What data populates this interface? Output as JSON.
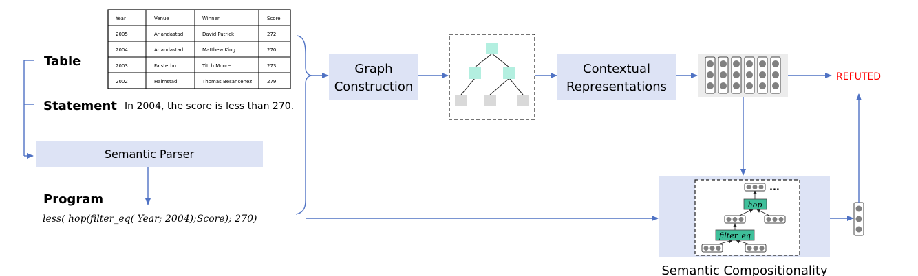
{
  "table": {
    "headers": [
      "Year",
      "Venue",
      "Winner",
      "Score"
    ],
    "rows": [
      [
        "2005",
        "Arlandastad",
        "David Patrick",
        "272"
      ],
      [
        "2004",
        "Arlandastad",
        "Matthew King",
        "270"
      ],
      [
        "2003",
        "Falsterbo",
        "Titch Moore",
        "273"
      ],
      [
        "2002",
        "Halmstad",
        "Thomas Besancenez",
        "279"
      ]
    ]
  },
  "labels": {
    "table": "Table",
    "statement": "Statement",
    "statement_text": "In 2004, the score is less than 270.",
    "program": "Program",
    "program_text": "less( hop(filter_eq( Year; 2004);Score); 270)",
    "semantic_parser": "Semantic Parser",
    "graph_construction_line1": "Graph",
    "graph_construction_line2": "Construction",
    "contextual_line1": "Contextual",
    "contextual_line2": "Representations",
    "refuted": "REFUTED",
    "semantic_compositionality": "Semantic Compositionality",
    "hop": "hop",
    "filter_eq": "filter_eq",
    "ellipsis": "..."
  },
  "colors": {
    "box_fill": "#dde3f5",
    "arrow": "#4f72c4",
    "teal": "#b3efe0",
    "teal_dark": "#3fbf9a",
    "gray_node": "#d9d9d9",
    "refuted": "#ff0000",
    "panel": "#ececec"
  }
}
